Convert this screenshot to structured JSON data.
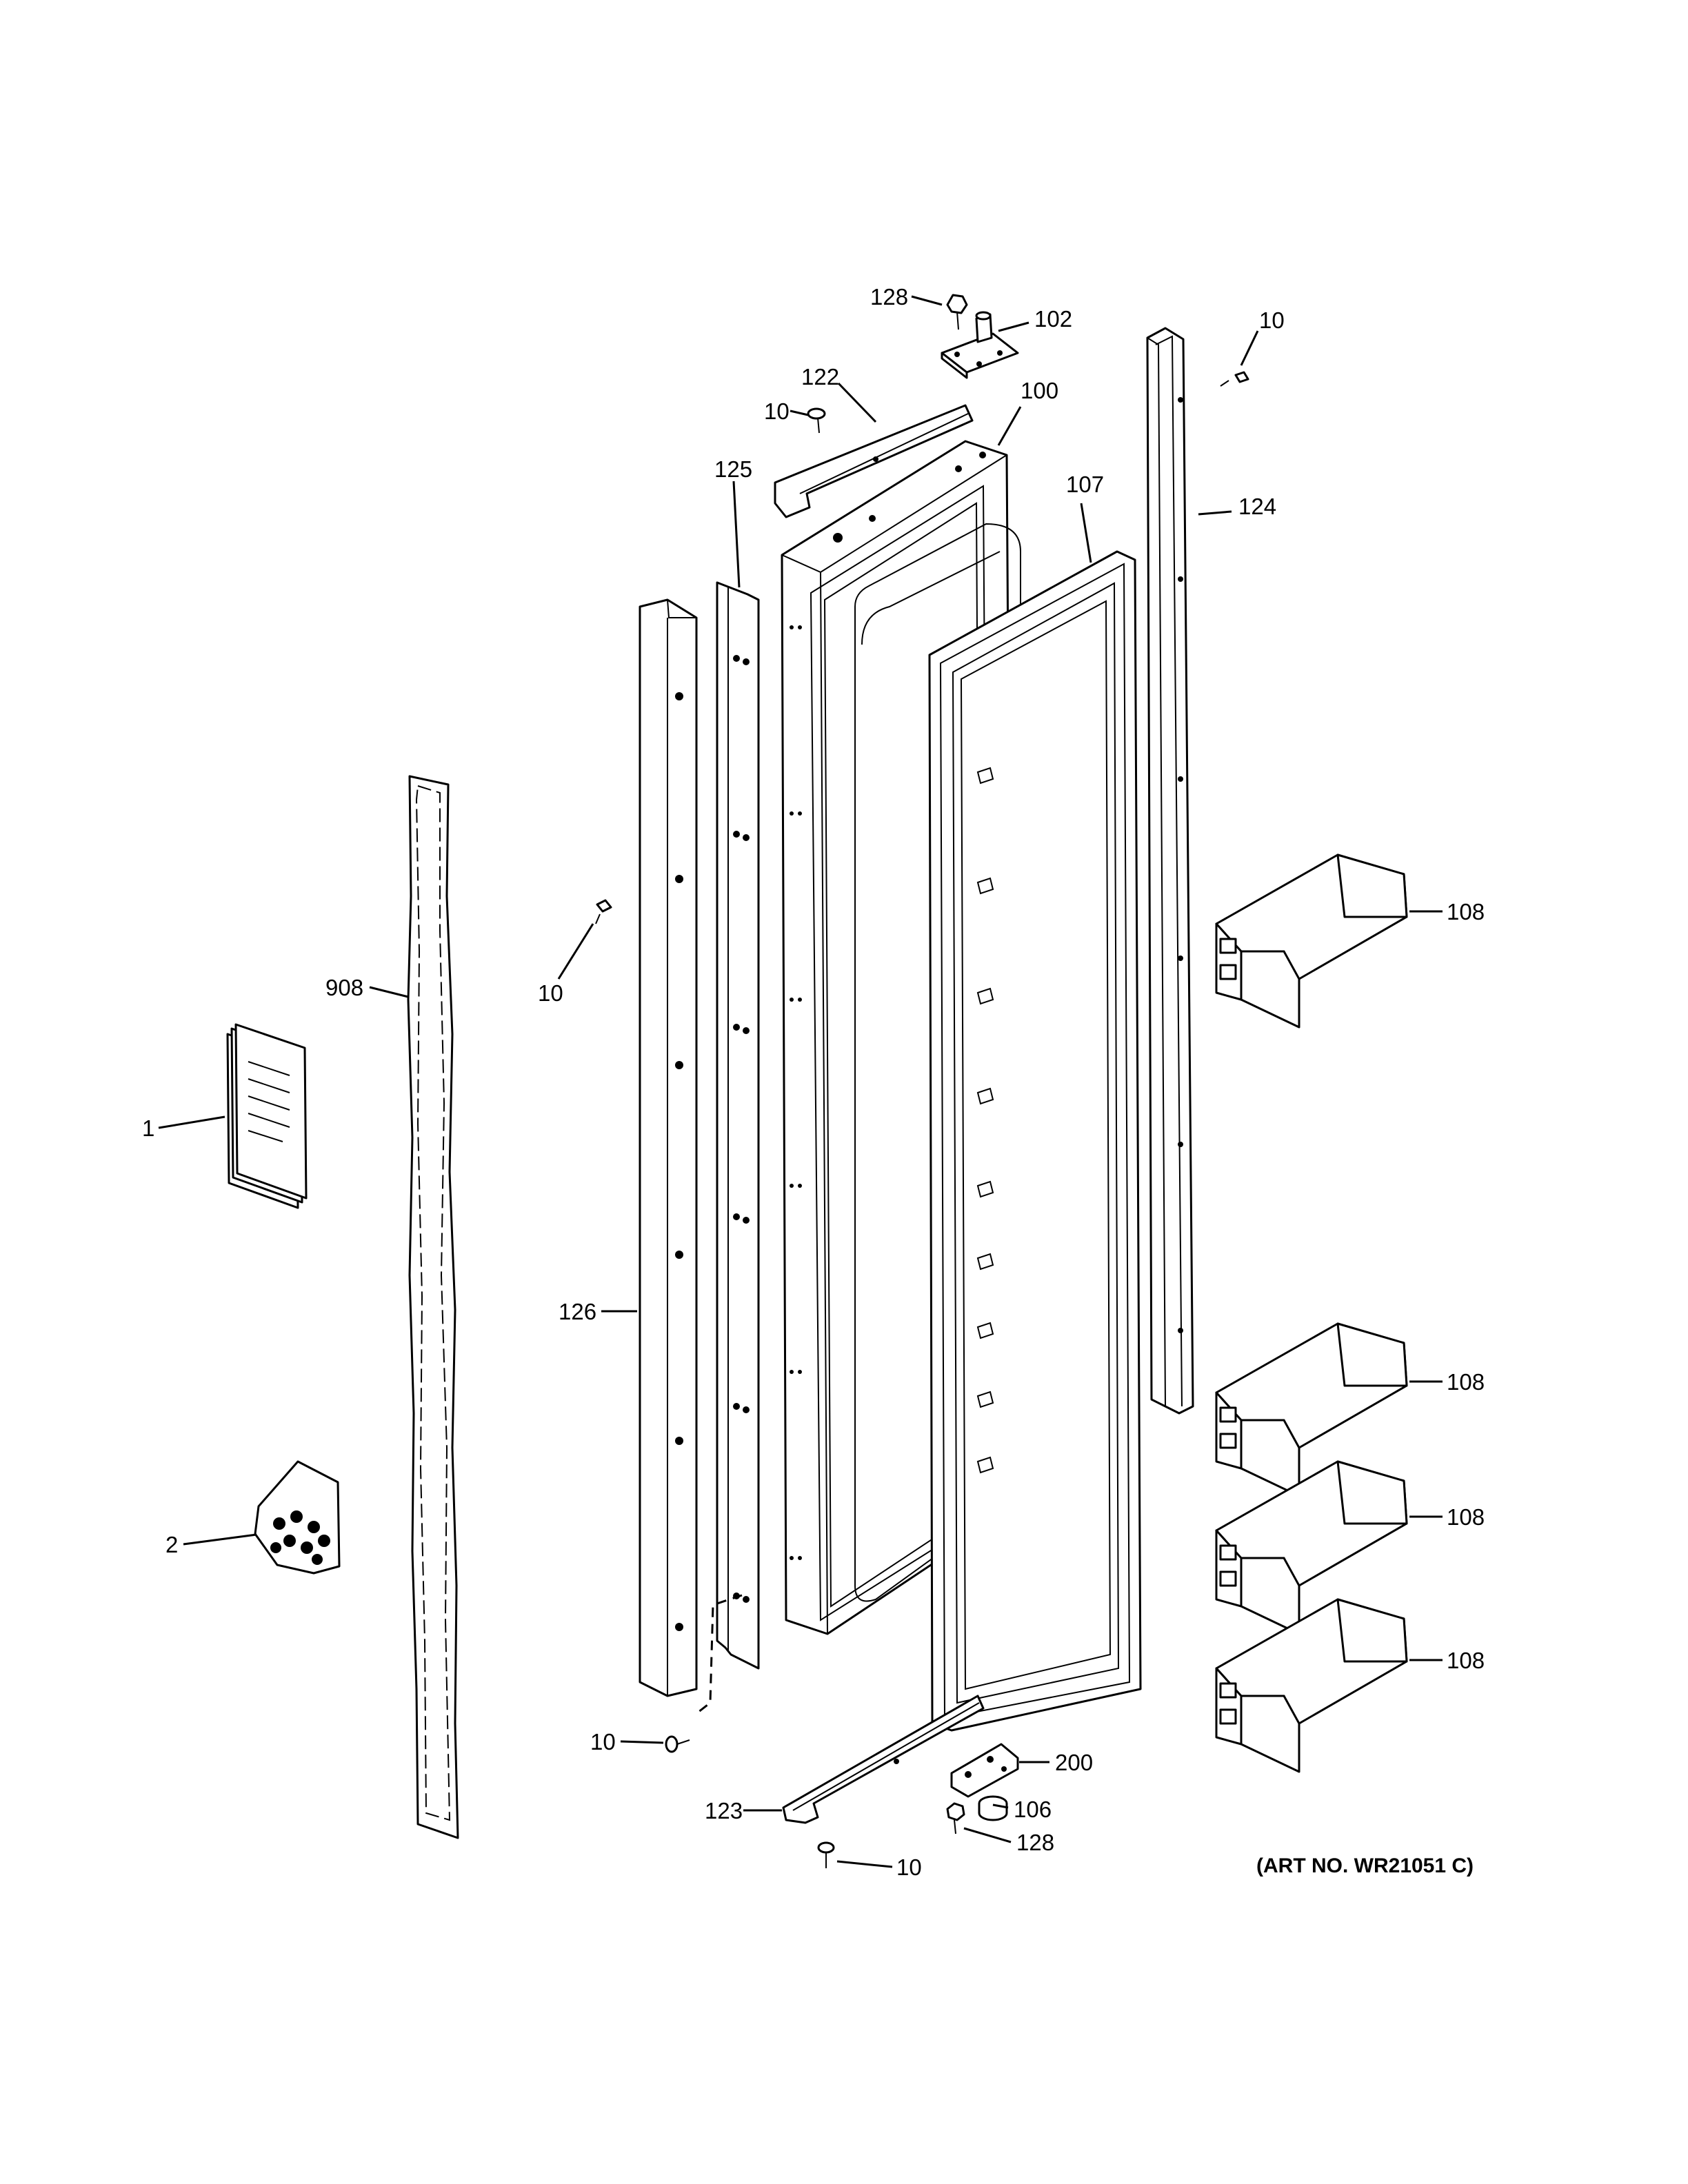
{
  "diagram": {
    "art_number": "(ART NO. WR21051 C)",
    "callouts": {
      "c128_top": "128",
      "c102": "102",
      "c10_topright": "10",
      "c122": "122",
      "c10_top": "10",
      "c100": "100",
      "c125": "125",
      "c107": "107",
      "c124": "124",
      "c108_a": "108",
      "c10_mid": "10",
      "c908": "908",
      "c1": "1",
      "c126": "126",
      "c108_b": "108",
      "c108_c": "108",
      "c2": "2",
      "c108_d": "108",
      "c10_bottomleft": "10",
      "c200": "200",
      "c123": "123",
      "c106": "106",
      "c128_bottom": "128",
      "c10_bottom": "10"
    }
  }
}
